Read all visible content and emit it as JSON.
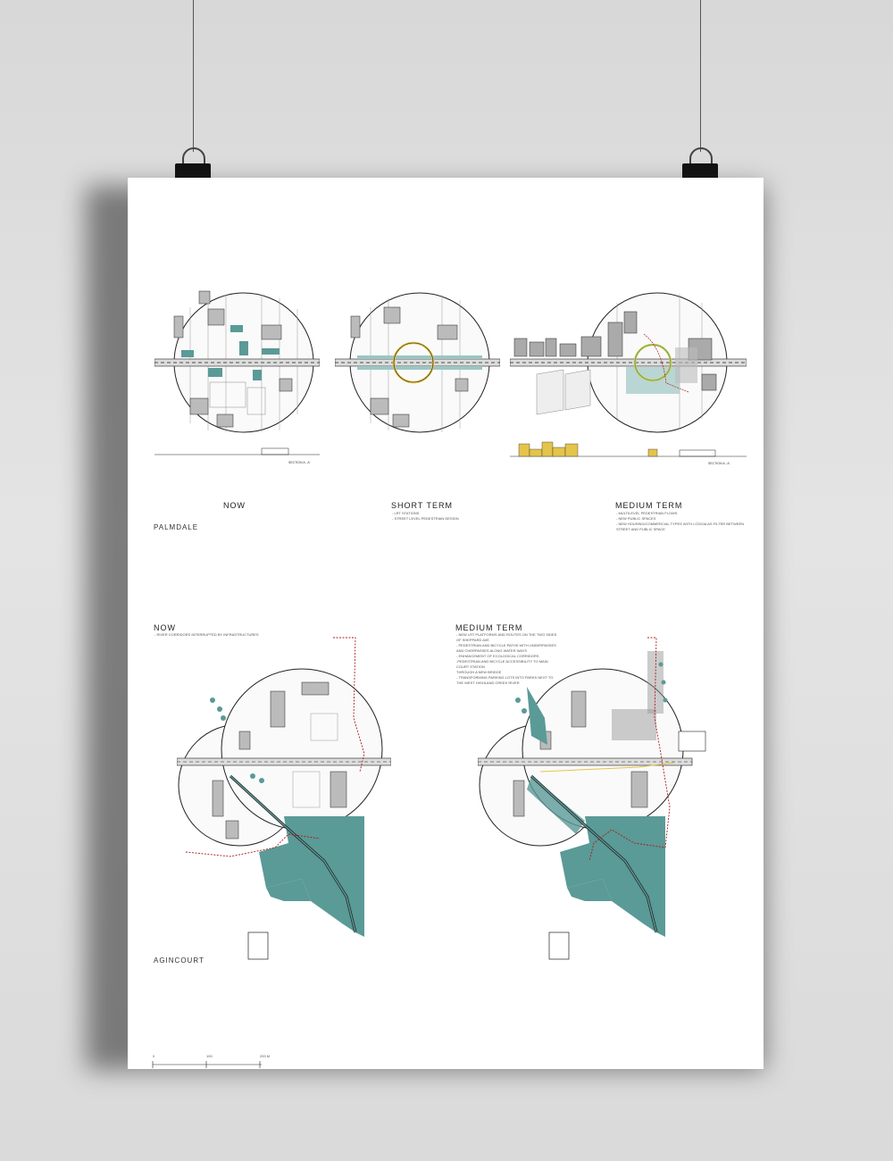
{
  "colors": {
    "teal": "#5a9a97",
    "teal_light": "#9cc6c3",
    "red": "#b11a1a",
    "yellow": "#e4c44a",
    "grey": "#bdbdbd"
  },
  "palmdale": {
    "phases": [
      {
        "title": "NOW",
        "notes": ""
      },
      {
        "title": "SHORT TERM",
        "notes": "- LRT STATIONS\n- STREET LEVEL PEDESTRIAN DESIGN"
      },
      {
        "title": "MEDIUM TERM",
        "notes": "- MULTILEVEL PEDESTRIAN FLOWS\n- NEW PUBLIC SPACES\n- NEW HOUSING/COMMERCIAL TYPES WITH LOGGIA AS FILTER BETWEEN\nSTREET AND PUBLIC SPACE"
      }
    ],
    "place": "PALMDALE",
    "section_label": "SECTION A - A'"
  },
  "agincourt": {
    "now": {
      "title": "NOW",
      "notes": "- RIVER CORRIDORS INTERRUPTED BY INFRASTRUCTURES"
    },
    "medium": {
      "title": "MEDIUM TERM",
      "notes": "- NEW LRT PLATFORMS AND ROUTES ON THE TWO SIDES\nOF SHEPPARD AVE\n- PEDESTRIAN AND BICYCLE PATHS WITH UNDERPASSES\nAND OVERPASSES ALONG WATER WAYS\n- ENHANCEMENT OF ECOLOGICAL CORRIDORS\n-PEDESTRIAN AND BICYCLE ACCESSIBILITY TO MAIN\nCOURT STATION\nTHROUGH A NEW BRIDGE\n- TRANSFORMING PARKING LOTS INTO PARKS NEXT TO\nTHE WEST HIGHLAND CREEK RIVER"
    },
    "place": "AGINCOURT"
  },
  "scale": [
    "0",
    "100",
    "200 m"
  ]
}
